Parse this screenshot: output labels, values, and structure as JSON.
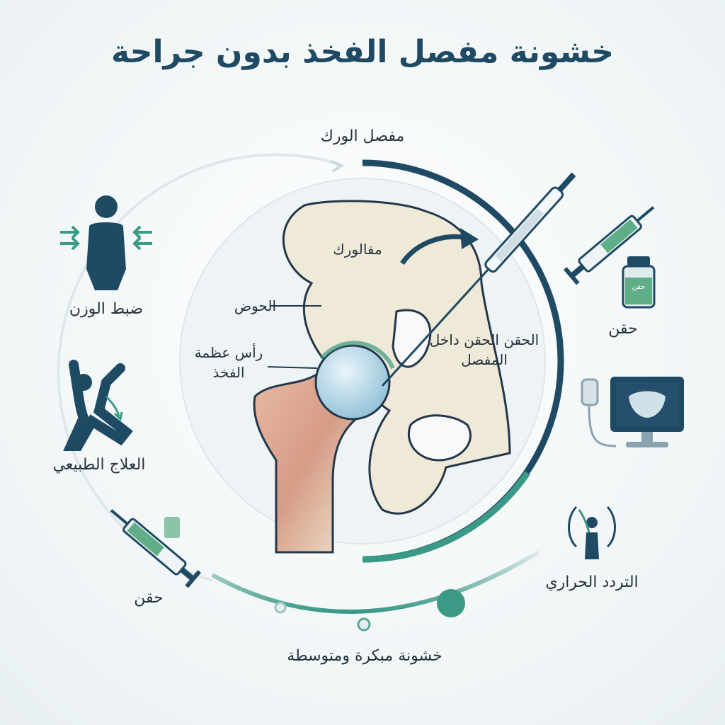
{
  "title": "خشونة مفصل الفخذ بدون جراحة",
  "labels": {
    "hip_joint": "مفصل الورك",
    "iliac": "مفالورك",
    "pelvis": "الحوض",
    "femoral_head": "رأس عظمة الفخذ",
    "intra_articular": "الحقن الحقن داخل المفصل",
    "weight_control": "ضبط الوزن",
    "physical_therapy": "العلاج الطبيعي",
    "injection_left": "حقن",
    "injection_right": "حقن",
    "radiofrequency": "التردد الحراري",
    "stage": "خشونة مبكرة ومتوسطة",
    "vial_text": "حقن"
  },
  "icons": [
    "person-weight-icon",
    "stretching-person-icon",
    "syringe-icon",
    "vial-icon",
    "ultrasound-monitor-icon",
    "radiofrequency-icon"
  ],
  "colors": {
    "title": "#1f4a63",
    "navy": "#1f4a63",
    "teal": "#3a9a86",
    "bone": "#efe9d7",
    "cartilage": "#9cc7dc"
  }
}
